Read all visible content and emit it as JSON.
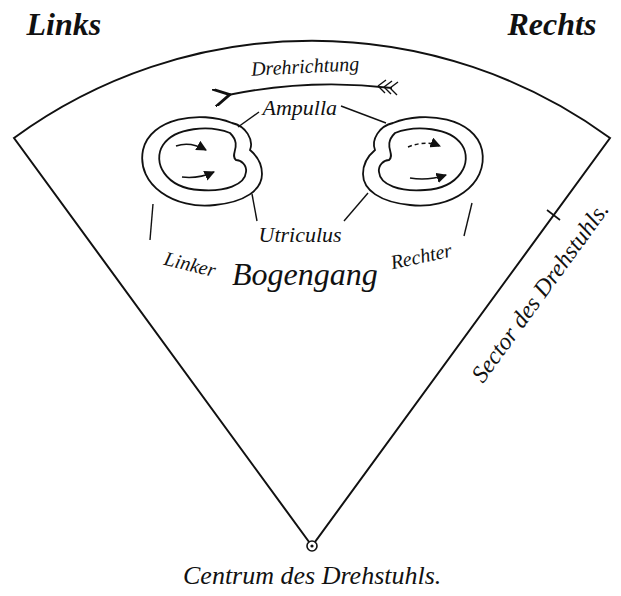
{
  "diagram": {
    "labels": [
      "Links",
      "Rechts",
      "Drehrichtung",
      "Ampulla",
      "Utriculus",
      "Linker",
      "Bogengang",
      "Rechter",
      "Sector des Drehstuhls.",
      "Centrum des Drehstuhls."
    ]
  }
}
